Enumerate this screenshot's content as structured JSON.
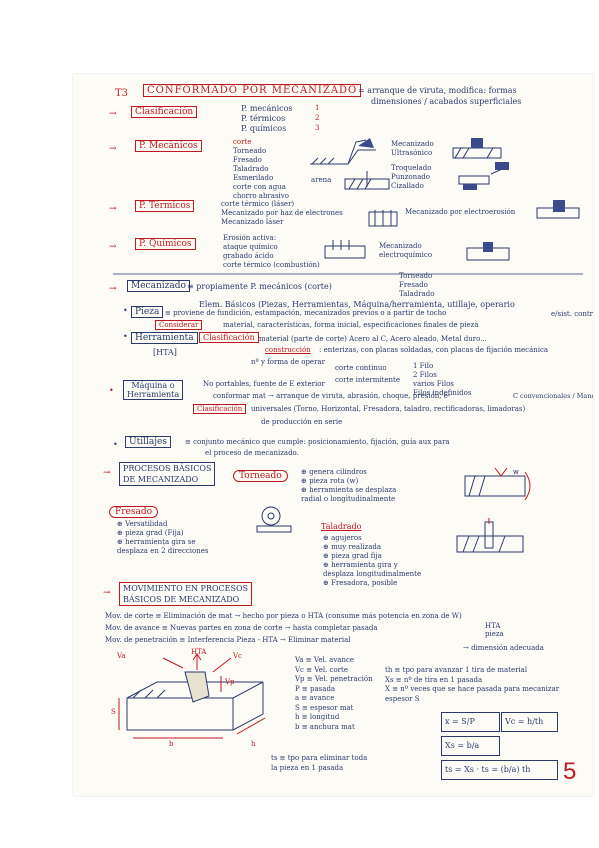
{
  "header": {
    "section": "T3",
    "title": "CONFORMADO POR MECANIZADO",
    "desc1": "= arranque de viruta, modifica: formas",
    "desc2": "dimensiones / acabados superficiales"
  },
  "clasificacion": {
    "label": "Clasificación",
    "items": [
      "P. mecánicos",
      "P. térmicos",
      "P. químicos"
    ],
    "nums": [
      "1",
      "2",
      "3"
    ]
  },
  "p_mecanicos": {
    "label": "P. Mecánicos",
    "list": [
      "corte",
      "Torneado",
      "Fresado",
      "Taladrado",
      "Esmerilado",
      "corte con agua",
      "chorro abrasivo"
    ],
    "arena": "arena",
    "right": [
      "Mecanizado",
      "Ultrasónico",
      "Troquelado",
      "Punzonado",
      "Cizallado"
    ]
  },
  "p_termicos": {
    "label": "P. Térmicos",
    "list": [
      "corte térmico (láser)",
      "Mecanizado por haz de electrones",
      "Mecanizado láser"
    ],
    "right": "Mecanizado por electroerosión"
  },
  "p_quimicos": {
    "label": "P. Químicos",
    "list": [
      "Erosión activa:",
      "ataque químico",
      "grabado ácido",
      "corte térmico (combustión)"
    ],
    "right": [
      "Mecanizado",
      "electroquímico"
    ]
  },
  "mecanizado": {
    "label": "Mecanizado",
    "line1": "≡ propiamente P. mecánicos (corte)",
    "line1_right": [
      "Torneado",
      "Fresado",
      "Taladrado"
    ],
    "line2": "Elem. Básicos (Piezas, Herramientas, Máquina/herramienta, utillaje, operario",
    "line2_end": "e/sist. control",
    "pieza_label": "Pieza",
    "pieza1": "≡ proviene de fundición, estampación, mecanizados previos o a partir de tocho",
    "considerar": "Considerar",
    "pieza2": "material, características, forma inicial, especificaciones finales de pieza",
    "herramienta_label": "Herramienta",
    "clasificacion_label": "Clasificación",
    "h1": "material (parte de corte) Acero al C, Acero aleado, Metal duro...",
    "construccion": "construcción",
    "h2": ": enterizas, con placas soldadas, con placas de fijación mecánica",
    "hta": "[HTA]",
    "h3": "nº y forma de operar",
    "h3a": "corte continuo",
    "h3b": "corte intermitente",
    "filos": [
      "1 Filo",
      "2 Filos",
      "varios Filos",
      "Filos indefinidos"
    ],
    "maquina_label": "Máquina o Herramienta",
    "m1": "No portables, fuente de E exterior",
    "m2": "conformar mat → arranque de viruta, abrasión, choque, presión, e-",
    "m3": "universales (Torno, Horizontal, Fresadora, taladro, rectificadoras, limadoras)",
    "m3_extra": "C convencionales / Mandrinadora",
    "m4": "de producción en serie",
    "utillajes_label": "Utillajes",
    "u1": "≡ conjunto mecánico que cumple: posicionamiento, fijación, guía aux para",
    "u2": "el proceso de mecanizado."
  },
  "procesos": {
    "label": [
      "PROCESOS BÁSICOS",
      "DE MECANIZADO"
    ],
    "torneado": "Torneado",
    "torneado_items": [
      "⊕ genera cilindros",
      "⊕ pieza rota (w)",
      "⊕ herramienta se desplaza",
      "radial o longitudinalmente"
    ],
    "fresado": "Fresado",
    "fresado_items": [
      "⊕ Versatilidad",
      "⊕ pieza grad (Fija)",
      "⊕ herramienta gira se",
      "desplaza en 2 direcciones"
    ],
    "taladrado": "Taladrado",
    "taladrado_items": [
      "⊕ agujeros",
      "⊕ muy realizada",
      "⊕ pieza grad fija",
      "⊕ herramienta gira y",
      "desplaza longitudinalmente",
      "⊕ Fresadora, posible"
    ]
  },
  "movimiento": {
    "label": [
      "MOVIMIENTO EN PROCESOS",
      "BÁSICOS DE MECANIZADO"
    ],
    "l1": "Mov. de corte ≡ Eliminación de mat → hecho por pieza o HTA (consume más potencia en zona de W)",
    "l2": "Mov. de avance ≡ Nuevas partes en zona de corte → hasta completar pasada",
    "l2_right": [
      "HTA",
      "pieza"
    ],
    "l3": "Mov. de penetración ≡ Interferencia Pieza - HTA → Eliminar material",
    "l3_right": "→ dimensión adecuada",
    "fig_labels": [
      "Va",
      "HTA",
      "Vc",
      "Vp",
      "S",
      "b",
      "h"
    ],
    "defs": [
      "Va ≡ Vel. avance",
      "Vc ≡ Vel. corte",
      "Vp ≡ Vel. penetración",
      "P ≡ pasada",
      "a ≡ avance",
      "S ≡ espesor mat",
      "h ≡ longitud",
      "b ≡ anchura mat"
    ],
    "defs_right": [
      "th ≡ tpo para avanzar 1 tira de material",
      "Xs ≡ nº de tira en 1 pasada",
      "X ≡ nº veces que se hace pasada para mecanizar",
      "espesor S"
    ],
    "ts_def": [
      "ts ≡ tpo para eliminar toda",
      "la pieza en 1 pasada"
    ],
    "formulas": [
      "x = S/P",
      "Vc = h/th",
      "Xs = b/a",
      "ts = Xs · ts = (b/a) th"
    ]
  },
  "page_number": "5"
}
